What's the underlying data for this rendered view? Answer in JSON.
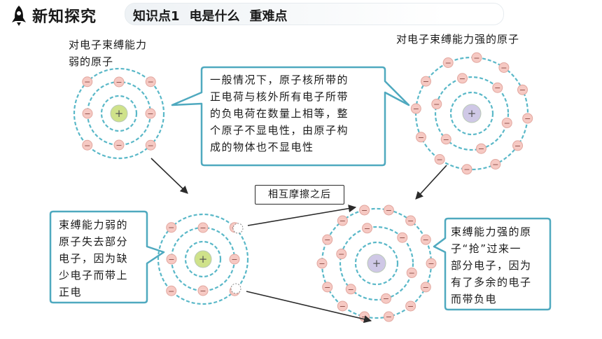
{
  "header": {
    "title": "新知探究",
    "knowledge_point": "知识点1",
    "topic": "电是什么",
    "difficulty": "重难点"
  },
  "labels": {
    "weak_atom": [
      "对电子束缚能力",
      "弱的原子"
    ],
    "strong_atom": "对电子束缚能力强的原子",
    "after_friction": "相互摩擦之后"
  },
  "bubbles": {
    "neutral": [
      "一般情况下，原子核所带的",
      "正电荷与核外所有电子所带",
      "的负电荷在数量上相等，整",
      "个原子不显电性，由原子构",
      "成的物体也不显电性"
    ],
    "weak_result": [
      "束缚能力弱的",
      "原子失去部分",
      "电子，因为缺",
      "少电子而带上",
      "正电"
    ],
    "strong_result": [
      "束缚能力强的原",
      "子“抢”过来一",
      "部分电子，因为",
      "有了多余的电子",
      "而带负电"
    ]
  },
  "symbols": {
    "plus": "+",
    "minus": "−"
  },
  "colors": {
    "orbit": "#5ab8c8",
    "nucleus_positive": "#cfe28a",
    "nucleus_neutral_purple": "#cfc8e6",
    "electron": "#f6c9c3",
    "callout_border": "#4fa9bf"
  }
}
